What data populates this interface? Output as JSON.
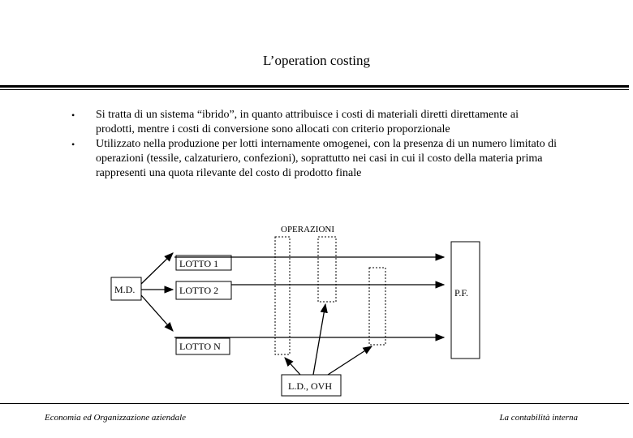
{
  "slide": {
    "title": "L’operation costing"
  },
  "bullets": [
    {
      "text": "Si tratta di un sistema “ibrido”, in quanto attribuisce i costi di materiali diretti direttamente ai prodotti, mentre i costi di conversione sono allocati con criterio proporzionale"
    },
    {
      "text": "Utilizzato nella produzione per lotti internamente omogenei, con la presenza di un numero limitato di operazioni (tessile, calzaturiero, confezioni), soprattutto nei casi  in cui il costo della materia prima rappresenti una quota rilevante del costo di prodotto finale"
    }
  ],
  "diagram": {
    "operations_label": "OPERAZIONI",
    "md_label": "M.D.",
    "lots": [
      "LOTTO 1",
      "LOTTO 2",
      "LOTTO N"
    ],
    "pf_label": "P.F.",
    "overhead_label": "L.D., OVH"
  },
  "footer": {
    "left": "Economia ed Organizzazione aziendale",
    "right": "La contabilità interna"
  }
}
